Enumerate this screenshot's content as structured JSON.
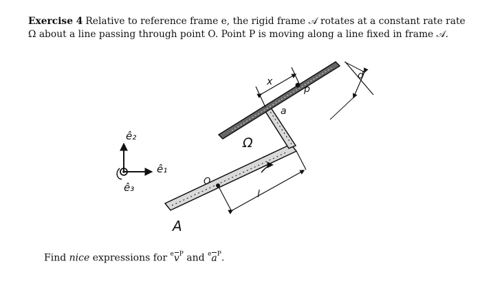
{
  "exercise": {
    "label": "Exercise 4",
    "statement_line1": "Relative to reference frame e, the rigid frame 𝒜 rotates at a constant rate rate",
    "statement_line2": "Ω about a line passing through point O. Point P is moving along a line fixed in frame 𝒜."
  },
  "figure": {
    "labels": {
      "e2": "ê₂",
      "e1": "ê₁",
      "e3": "ê₃",
      "origin": "O",
      "frame": "A",
      "x": "x",
      "d": "d",
      "l": "l",
      "a": "a",
      "p": "p",
      "omega": "Ω"
    },
    "colors": {
      "ink": "#111111",
      "bar_fill": "#d9d9d9"
    }
  },
  "question": {
    "prefix": "Find",
    "emphasis": "nice",
    "middle": "expressions for",
    "v_prefix": "e",
    "v_symbol": "v",
    "v_super": "P",
    "and": "and",
    "a_prefix": "e",
    "a_symbol": "a",
    "a_super": "P",
    "end": "."
  }
}
